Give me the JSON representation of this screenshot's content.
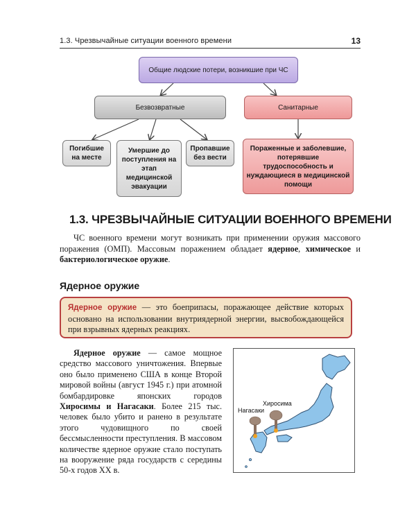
{
  "header": {
    "title": "1.3. Чрезвычайные ситуации военного времени",
    "page_number": "13"
  },
  "diagram": {
    "root": "Общие людские потери, возникшие при ЧС",
    "branches": {
      "irreversible": "Безвозвратные",
      "sanitary": "Санитарные"
    },
    "leaves": {
      "dead": "Погибшие на месте",
      "died_evac": "Умершие до поступления на этап медицинской эвакуации",
      "missing": "Пропавшие без вести",
      "injured": "Пораженные и заболевшие, потерявшие трудоспособность и нуждающиеся в медицинской помощи"
    }
  },
  "section": {
    "title": "1.3. ЧРЕЗВЫЧАЙНЫЕ СИТУАЦИИ ВОЕННОГО ВРЕМЕНИ",
    "intro_prefix": "ЧС военного времени могут возникать при применении оружия массового поражения (ОМП). Массовым поражением обладает ",
    "intro_b1": "ядерное",
    "intro_sep1": ", ",
    "intro_b2": "химическое",
    "intro_sep2": " и ",
    "intro_b3": "бактериологическое оружие",
    "intro_end": "."
  },
  "nuclear": {
    "subtitle": "Ядерное оружие",
    "definition_term": "Ядерное оружие",
    "definition_text": " — это боеприпасы, поражающее действие которых основано на использовании внутриядерной энергии, высвобождающейся при взрывных ядерных реакциях.",
    "para_term": "Ядерное оружие",
    "para_1": " — самое мощное средство массового уничтожения. Впервые оно было применено США в конце Второй мировой войны (август 1945 г.) при атомной бомбардировке японских городов ",
    "para_cities": "Хиросимы и Нагасаки",
    "para_2": ". Более 215 тыс. человек было убито и ранено в результате этого чудовищного по своей бессмысленности преступления. В массовом количестве ядерное оружие стало поступать на вооружение ряда государств с середины 50-х годов XX в."
  },
  "map": {
    "label_hiroshima": "Хиросима",
    "label_nagasaki": "Нагасаки",
    "land_color": "#8fc4ea",
    "coast_color": "#2f4f6f",
    "cloud_color": "#a08878"
  }
}
